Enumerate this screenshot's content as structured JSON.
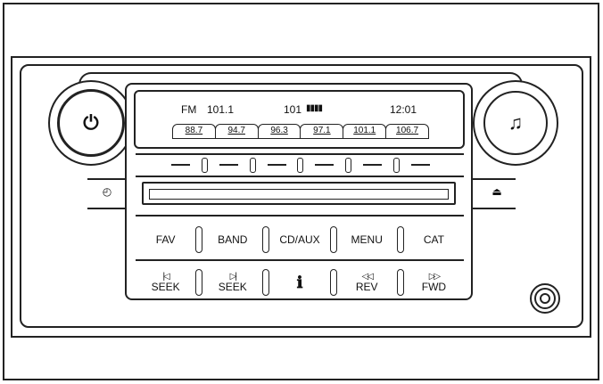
{
  "display": {
    "band": "FM",
    "frequency": "101.1",
    "channel": "101",
    "signal_bars": "▮▮▮▮",
    "clock": "12:01",
    "presets": [
      "88.7",
      "94.7",
      "96.3",
      "97.1",
      "101.1",
      "106.7"
    ]
  },
  "knobs": {
    "left_icon": "power-icon",
    "left_glyph": "⏻",
    "right_icon": "music-note-icon",
    "right_glyph": "♫"
  },
  "side_buttons": {
    "clock_glyph": "◴",
    "eject_glyph": "⏏"
  },
  "buttons_row1": [
    "FAV",
    "BAND",
    "CD/AUX",
    "MENU",
    "CAT"
  ],
  "buttons_row2": [
    {
      "glyph": "|◁",
      "label": "SEEK"
    },
    {
      "glyph": "▷|",
      "label": "SEEK"
    },
    {
      "glyph": "ℹ",
      "label": ""
    },
    {
      "glyph": "◁◁",
      "label": "REV"
    },
    {
      "glyph": "▷▷",
      "label": "FWD"
    }
  ]
}
